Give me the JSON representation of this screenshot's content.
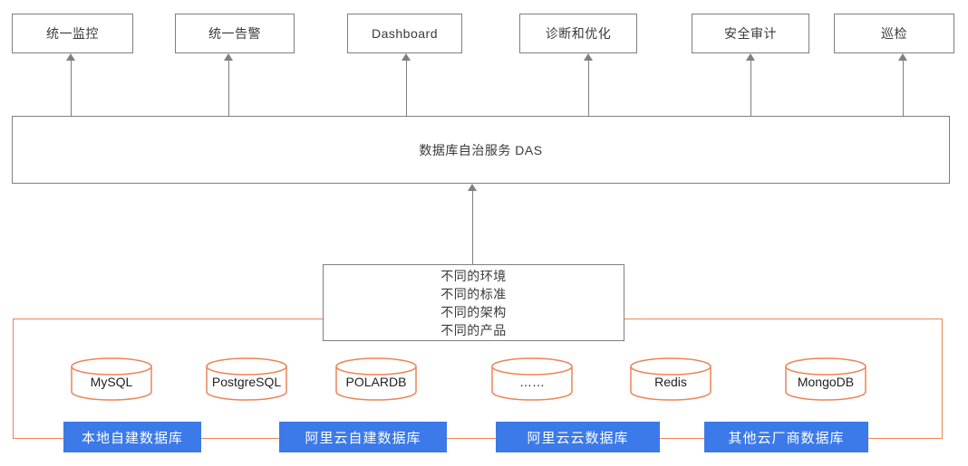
{
  "diagram": {
    "title_box": {
      "label": "数据库自治服务 DAS"
    },
    "top_modules": [
      {
        "id": "monitoring",
        "label": "统一监控"
      },
      {
        "id": "alerting",
        "label": "统一告警"
      },
      {
        "id": "dashboard",
        "label": "Dashboard"
      },
      {
        "id": "diagnosis",
        "label": "诊断和优化"
      },
      {
        "id": "security-audit",
        "label": "安全审计"
      },
      {
        "id": "inspection",
        "label": "巡检"
      }
    ],
    "middle_box": {
      "lines": [
        "不同的环境",
        "不同的标准",
        "不同的架构",
        "不同的产品"
      ]
    },
    "databases": [
      {
        "label": "MySQL"
      },
      {
        "label": "PostgreSQL"
      },
      {
        "label": "POLARDB"
      },
      {
        "label": "……"
      },
      {
        "label": "Redis"
      },
      {
        "label": "MongoDB"
      }
    ],
    "categories": [
      {
        "id": "local-selfbuilt",
        "label": "本地自建数据库"
      },
      {
        "id": "alicloud-selfbuilt",
        "label": "阿里云自建数据库"
      },
      {
        "id": "alicloud-cloud",
        "label": "阿里云云数据库"
      },
      {
        "id": "other-vendors",
        "label": "其他云厂商数据库"
      }
    ],
    "colors": {
      "accent_orange": "#ED8456",
      "accent_blue": "#3B7AE8",
      "line_gray": "#7F7F7F"
    }
  }
}
